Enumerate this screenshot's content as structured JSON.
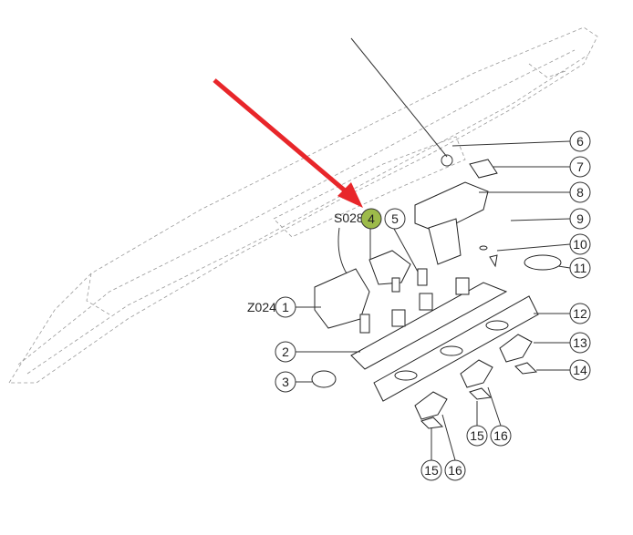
{
  "callouts": {
    "c1": "1",
    "c2": "2",
    "c3": "3",
    "c4": "4",
    "c5": "5",
    "c6": "6",
    "c7": "7",
    "c8": "8",
    "c9": "9",
    "c10": "10",
    "c11": "11",
    "c12": "12",
    "c13": "13",
    "c14": "14",
    "c15a": "15",
    "c16a": "16",
    "c15b": "15",
    "c16b": "16"
  },
  "codes": {
    "z024": "Z024",
    "s028": "S028"
  },
  "colors": {
    "highlight": "#9dbb4a",
    "arrow": "#e8262a"
  }
}
